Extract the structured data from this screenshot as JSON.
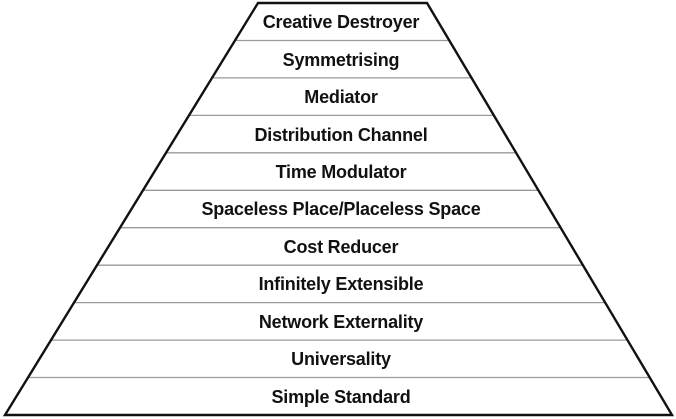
{
  "diagram": {
    "type": "pyramid",
    "description": "Truncated pyramid with 11 stacked levels, listed top to bottom",
    "levels": [
      "Creative Destroyer",
      "Symmetrising",
      "Mediator",
      "Distribution Channel",
      "Time Modulator",
      "Spaceless Place/Placeless Space",
      "Cost Reducer",
      "Infinitely Extensible",
      "Network Externality",
      "Universality",
      "Simple Standard"
    ],
    "colors": {
      "background": "#ffffff",
      "outline": "#111111",
      "divider": "#9a9a9a",
      "text": "#111111"
    }
  }
}
